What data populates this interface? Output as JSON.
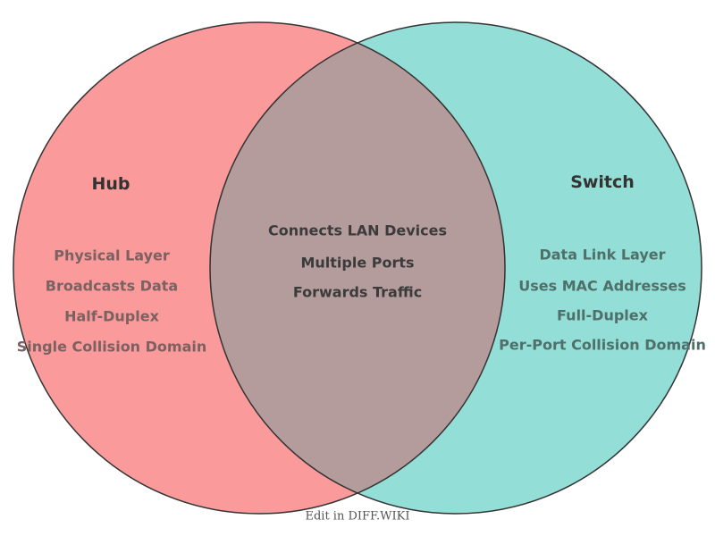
{
  "venn": {
    "left": {
      "title": "Hub",
      "items": [
        "Physical Layer",
        "Broadcasts Data",
        "Half-Duplex",
        "Single Collision Domain"
      ]
    },
    "right": {
      "title": "Switch",
      "items": [
        "Data Link Layer",
        "Uses MAC Addresses",
        "Full-Duplex",
        "Per-Port Collision Domain"
      ]
    },
    "overlap": {
      "items": [
        "Connects LAN Devices",
        "Multiple Ports",
        "Forwards Traffic"
      ]
    }
  },
  "colors": {
    "hub_fill": "#fa9a9a",
    "switch_fill": "#93ded6",
    "overlap_fill": "#b49c9c",
    "outline": "#333333",
    "title_text": "#333333",
    "hub_item_text": "#7b6161",
    "switch_item_text": "#4f6f6a",
    "overlap_item_text": "#3b3b3b",
    "footer_text": "#555555"
  },
  "footer": {
    "label": "Edit in DIFF.WIKI"
  }
}
